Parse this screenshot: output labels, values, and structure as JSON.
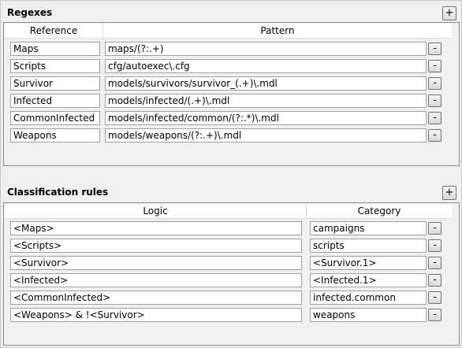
{
  "regexes": {
    "title": "Regexes",
    "add_label": "+",
    "columns": [
      "Reference",
      "Pattern"
    ],
    "remove_label": "-",
    "rows": [
      {
        "reference": "Maps",
        "pattern": "maps/(?:.+)"
      },
      {
        "reference": "Scripts",
        "pattern": "cfg/autoexec\\.cfg"
      },
      {
        "reference": "Survivor",
        "pattern": "models/survivors/survivor_(.+)\\.mdl"
      },
      {
        "reference": "Infected",
        "pattern": "models/infected/(.+)\\.mdl"
      },
      {
        "reference": "CommonInfected",
        "pattern": "models/infected/common/(?:.*)\\.mdl"
      },
      {
        "reference": "Weapons",
        "pattern": "models/weapons/(?:.+)\\.mdl"
      }
    ]
  },
  "rules": {
    "title": "Classification rules",
    "add_label": "+",
    "columns": [
      "Logic",
      "Category"
    ],
    "remove_label": "-",
    "rows": [
      {
        "logic": "<Maps>",
        "category": "campaigns"
      },
      {
        "logic": "<Scripts>",
        "category": "scripts"
      },
      {
        "logic": "<Survivor>",
        "category": "<Survivor.1>"
      },
      {
        "logic": "<Infected>",
        "category": "<Infected.1>"
      },
      {
        "logic": "<CommonInfected>",
        "category": "infected.common"
      },
      {
        "logic": "<Weapons> & !<Survivor>",
        "category": "weapons"
      }
    ]
  }
}
